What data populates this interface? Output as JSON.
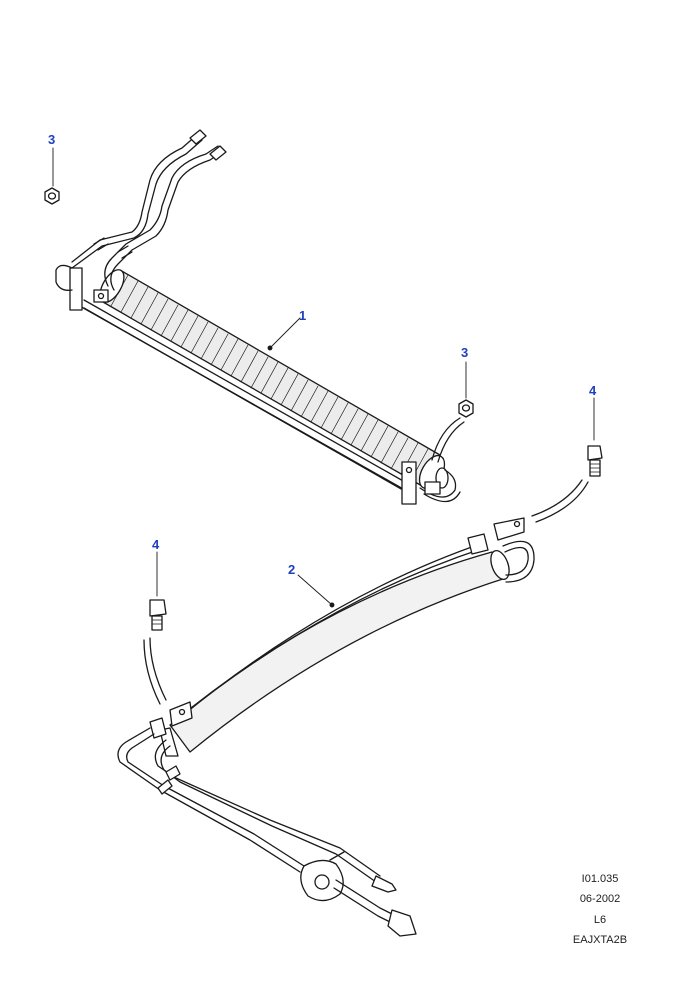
{
  "colors": {
    "callout": "#1f3fbf",
    "line": "#1a1a1a"
  },
  "callouts": {
    "c1": "1",
    "c2": "2",
    "c3_top": "3",
    "c3_mid": "3",
    "c4_right": "4",
    "c4_left": "4"
  },
  "info": {
    "ref": "I01.035",
    "date": "06-2002",
    "engine": "L6",
    "code": "EAJXTA2B"
  }
}
